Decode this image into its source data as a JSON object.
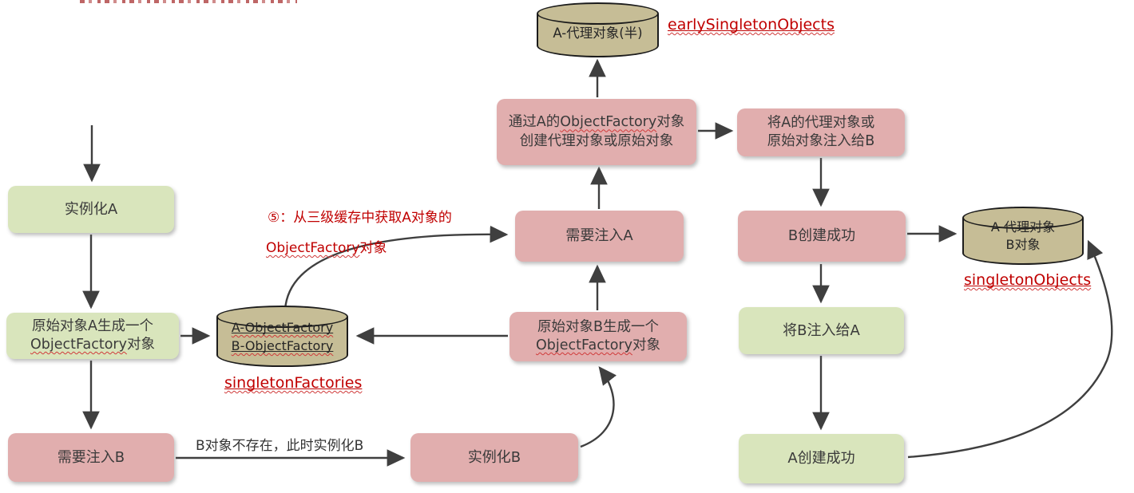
{
  "colors": {
    "node_green": "#d9e5bc",
    "node_pink": "#e1aeae",
    "cylinder_tan": "#c6bd96",
    "arrow": "#3f3f3f",
    "red_text": "#c00000",
    "node_text": "#3a3a3a"
  },
  "nodes": {
    "instantiate_a": {
      "label": "实例化A"
    },
    "a_objectfactory": {
      "line1": "原始对象A生成一个",
      "en": "ObjectFactory",
      "cn": "对象"
    },
    "need_inject_b": {
      "label": "需要注入B"
    },
    "instantiate_b": {
      "label": "实例化B"
    },
    "b_objectfactory": {
      "line1": "原始对象B生成一个",
      "en": "ObjectFactory",
      "cn": "对象"
    },
    "need_inject_a": {
      "label": "需要注入A"
    },
    "create_proxy": {
      "pre": "通过A的",
      "en": "ObjectFactory",
      "post": "对象创建代理对象或原始对象"
    },
    "inject_a_to_b": {
      "line1": "将A的代理对象或",
      "line2": "原始对象注入给B"
    },
    "b_created": {
      "label": "B创建成功"
    },
    "inject_b_to_a": {
      "label": "将B注入给A"
    },
    "a_created": {
      "label": "A创建成功"
    }
  },
  "caches": {
    "early_singleton": {
      "content": "A-代理对象(半)",
      "label": "earlySingletonObjects"
    },
    "singleton_factories": {
      "line1": "A-ObjectFactory",
      "line2": "B-ObjectFactory",
      "label": "singletonFactories"
    },
    "singleton_objects": {
      "line1": "A-代理对象",
      "line2": "B对象",
      "label": "singletonObjects"
    }
  },
  "annotations": {
    "step5_line1": "⑤：从三级缓存中获取A对象的",
    "step5_en": "ObjectFactory",
    "step5_cn": "对象",
    "edge_label": "B对象不存在，此时实例化B"
  }
}
